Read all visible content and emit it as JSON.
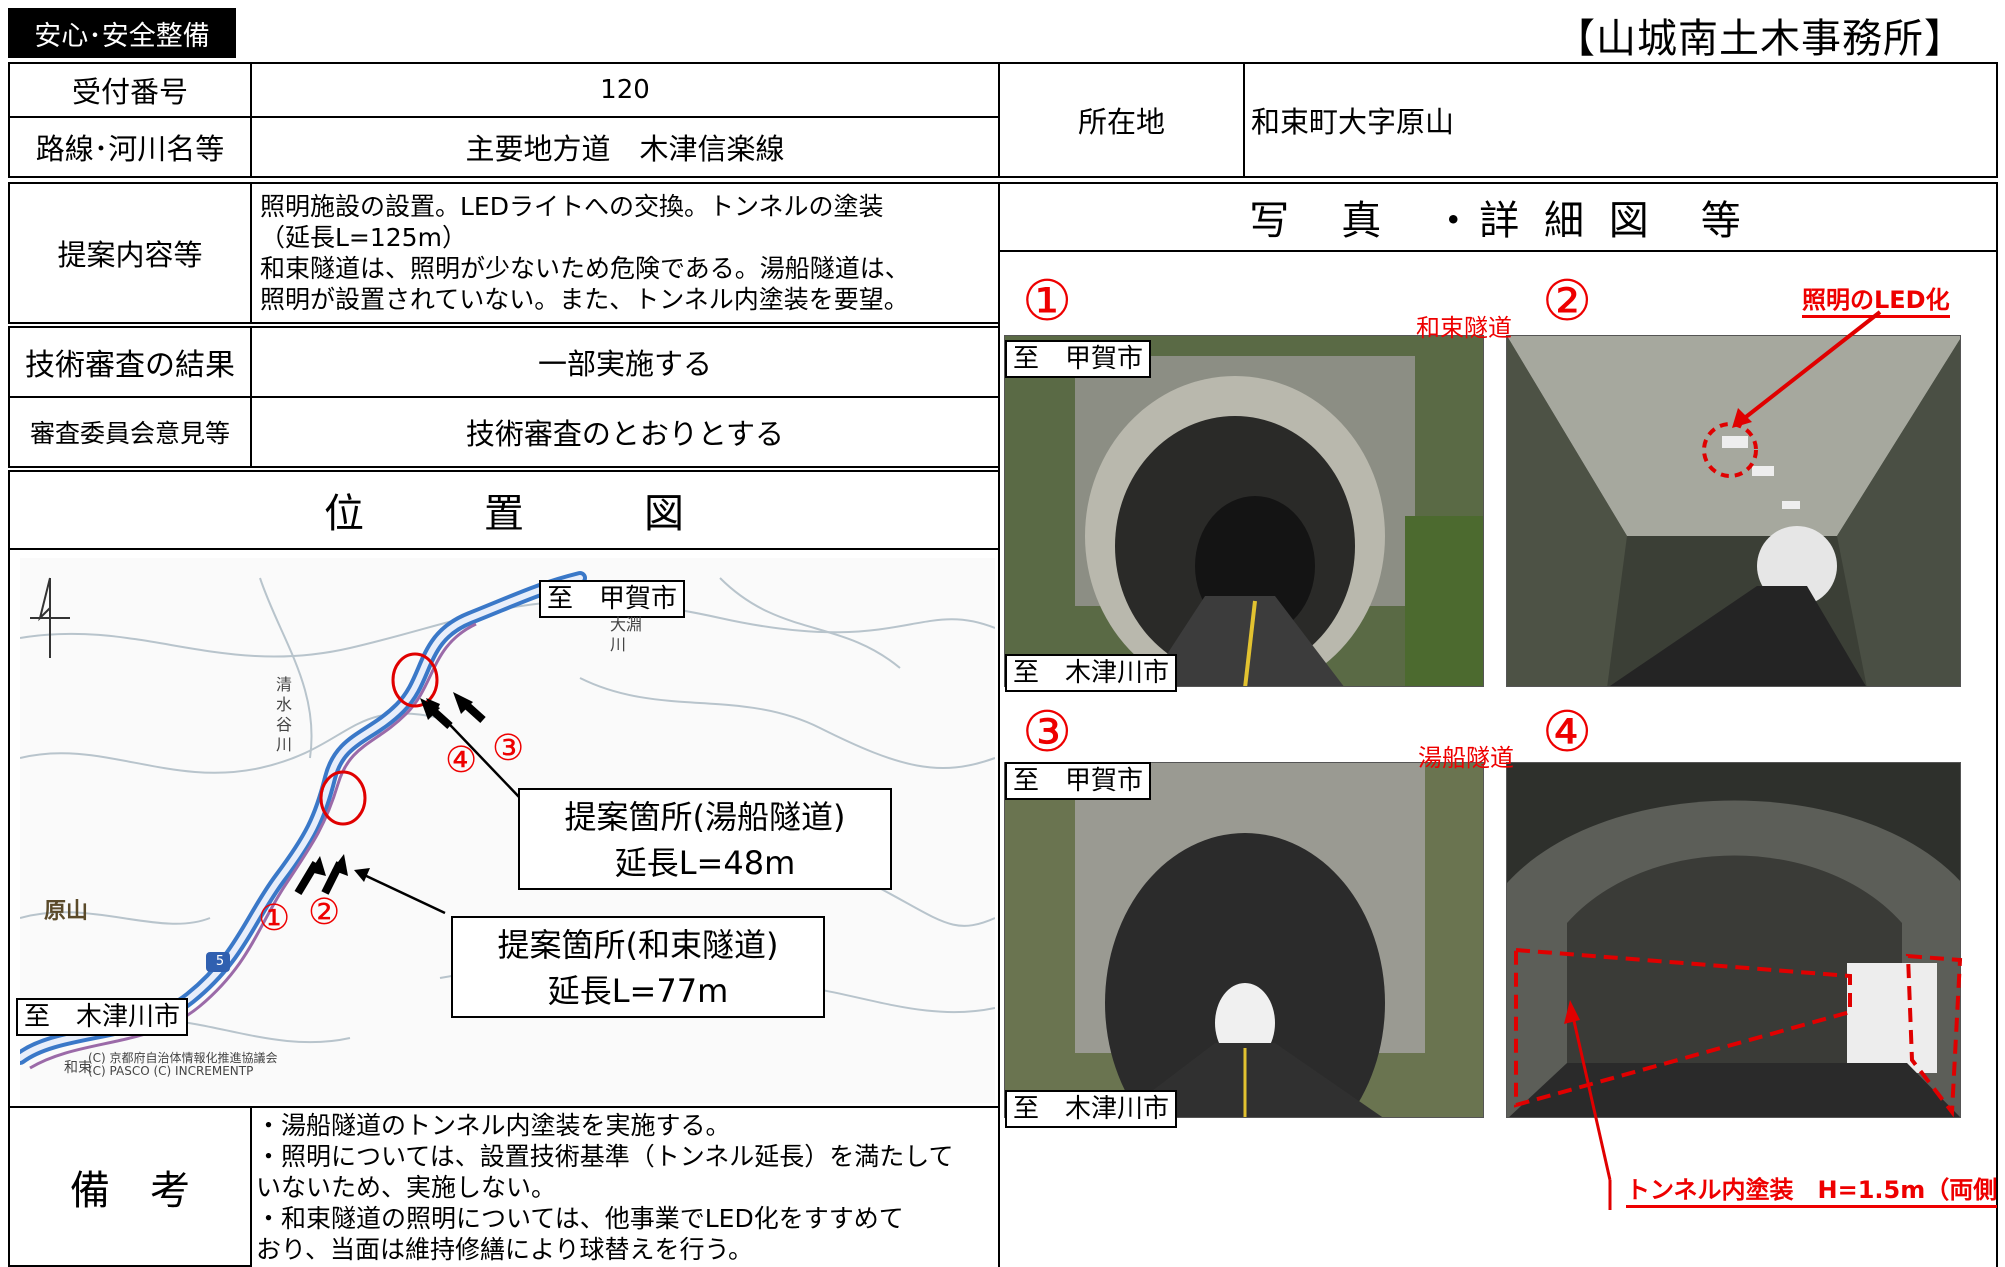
{
  "header": {
    "category_tag": "安心･安全整備",
    "office": "【山城南土木事務所】"
  },
  "table": {
    "receipt_label": "受付番号",
    "receipt_value": "120",
    "route_label": "路線･河川名等",
    "route_value": "主要地方道　木津信楽線",
    "location_label": "所在地",
    "location_value": "和束町大字原山",
    "proposal_label": "提案内容等",
    "proposal_lines": [
      "照明施設の設置。LEDライトへの交換。トンネルの塗装",
      "（延長L=125m）",
      "和束隧道は、照明が少ないため危険である。湯船隧道は、",
      "照明が設置されていない。また、トンネル内塗装を要望。"
    ],
    "review_label": "技術審査の結果",
    "review_value": "一部実施する",
    "committee_label": "審査委員会意見等",
    "committee_value": "技術審査のとおりとする",
    "map_heading": "位　　　置　　　図",
    "photo_heading": "写　真　・詳 細 図　等",
    "remarks_label": "備　考",
    "remarks_lines": [
      "・湯船隧道のトンネル内塗装を実施する。",
      "・照明については、設置技術基準（トンネル延長）を満たして",
      "いないため、実施しない。",
      "・和束隧道の照明については、他事業でLED化をすすめて",
      "おり、当面は維持修繕により球替えを行う。"
    ]
  },
  "map": {
    "dest_top": "至　甲賀市",
    "dest_bottom": "至　木津川市",
    "place_haraya": "原山",
    "river_shimizudani": "清水谷川",
    "river_ofuchi": "大淵川",
    "route_number": "5",
    "place_wazuka": "和束",
    "copyright_1": "(C) 京都府自治体情報化推進協議会",
    "copyright_2": "(C) PASCO (C) INCREMENTP",
    "callout_yubune_line1": "提案箇所(湯船隧道)",
    "callout_yubune_line2": "延長L=48m",
    "callout_wazuka_line1": "提案箇所(和束隧道)",
    "callout_wazuka_line2": "延長L=77m",
    "markers": [
      "①",
      "②",
      "③",
      "④"
    ]
  },
  "photos": {
    "p1_num": "①",
    "p2_num": "②",
    "p3_num": "③",
    "p4_num": "④",
    "p1_dest_top": "至　甲賀市",
    "p1_dest_bottom": "至　木津川市",
    "p3_dest_top": "至　甲賀市",
    "p3_dest_bottom": "至　木津川市",
    "p2_tunnel": "和束隧道",
    "p2_annotation": "照明のLED化",
    "p4_tunnel": "湯船隧道",
    "p4_annotation": "トンネル内塗装　H=1.5m（両側"
  },
  "colors": {
    "accent_red": "#e00000",
    "river_blue": "#3a78c8"
  }
}
